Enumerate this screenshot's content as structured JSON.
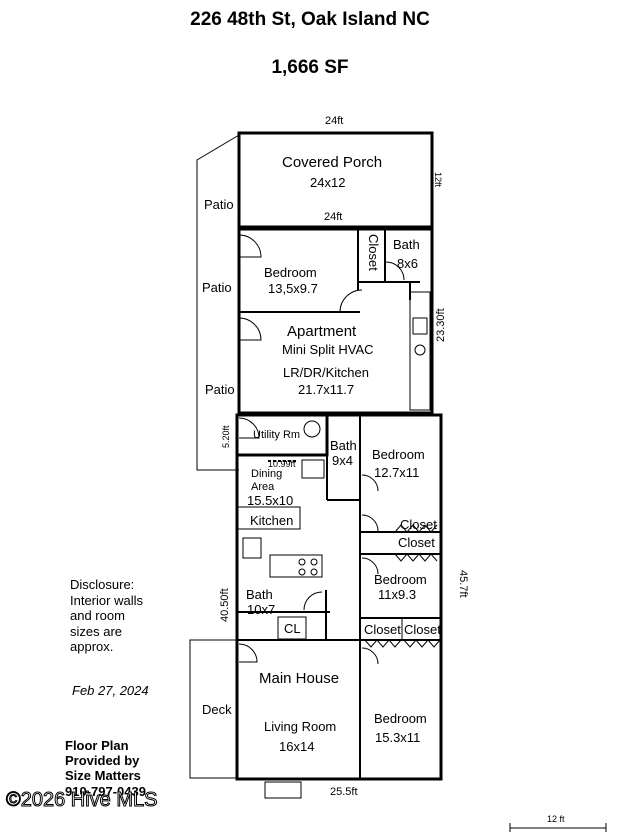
{
  "header": {
    "address": "226 48th St, Oak Island NC",
    "area": "1,666 SF"
  },
  "dimensions": {
    "porch_top": "24ft",
    "porch_side": "12ft",
    "apt_top": "24ft",
    "apt_side": "23.30ft",
    "house_side": "45.7ft",
    "utility_side": "5.20ft",
    "house_left": "40.50ft",
    "bottom": "25.5ft",
    "dining_small": "10.99ft",
    "scale": "12 ft"
  },
  "rooms": {
    "porch": {
      "name": "Covered Porch",
      "size": "24x12"
    },
    "apt_bedroom": {
      "name": "Bedroom",
      "size": "13,5x9.7"
    },
    "apt_closet": "Closet",
    "apt_bath": {
      "name": "Bath",
      "size": "8x6"
    },
    "apartment": {
      "name": "Apartment",
      "hvac": "Mini Split HVAC",
      "use": "LR/DR/Kitchen",
      "size": "21.7x11.7"
    },
    "utility": "Utility Rm",
    "bath_small": {
      "name": "Bath",
      "size": "9x4"
    },
    "bedroom_1": {
      "name": "Bedroom",
      "size": "12.7x11"
    },
    "dining": {
      "name": "Dining",
      "name2": "Area",
      "size": "15.5x10"
    },
    "kitchen": "Kitchen",
    "closet_a": "Closet",
    "closet_b": "Closet",
    "bedroom_2": {
      "name": "Bedroom",
      "size": "11x9.3"
    },
    "bath_main": {
      "name": "Bath",
      "size": "10x7"
    },
    "cl": "CL",
    "closet_c": "Closet",
    "closet_d": "Closet",
    "main_house": "Main House",
    "living": {
      "name": "Living Room",
      "size": "16x14"
    },
    "bedroom_3": {
      "name": "Bedroom",
      "size": "15.3x11"
    },
    "deck": "Deck",
    "patio_1": "Patio",
    "patio_2": "Patio",
    "patio_3": "Patio"
  },
  "notes": {
    "disclosure": [
      "Disclosure:",
      "Interior walls",
      "and room",
      "sizes are",
      "approx."
    ],
    "date": "Feb 27, 2024",
    "credit": [
      "Floor Plan",
      "Provided by",
      "Size Matters",
      "910-797-0439"
    ],
    "watermark": "©2026 Hive MLS"
  }
}
